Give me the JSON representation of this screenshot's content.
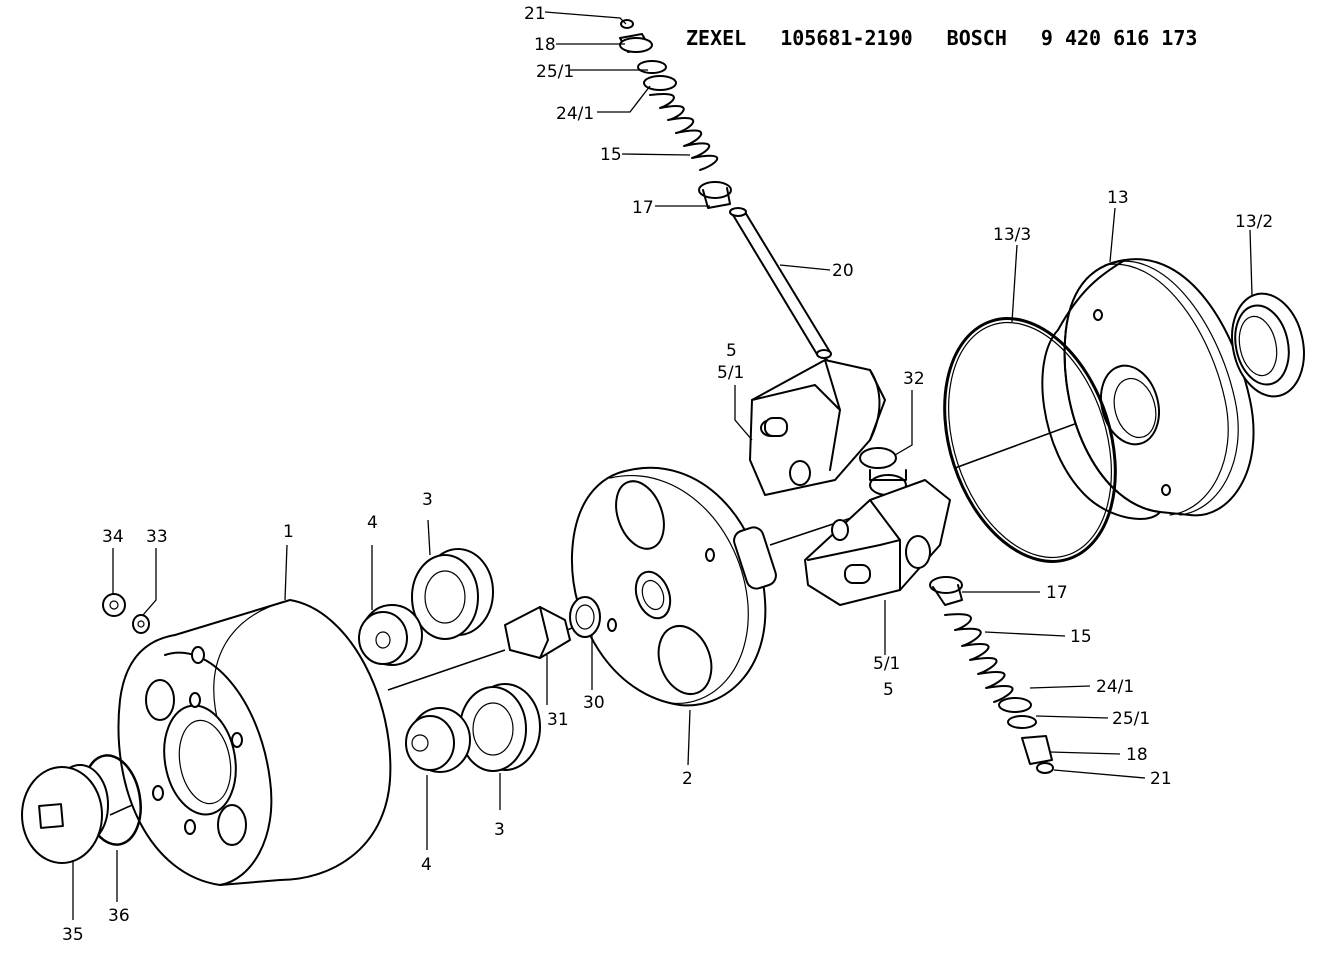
{
  "header": {
    "brand1": "ZEXEL",
    "code1": "105681-2190",
    "brand2": "BOSCH",
    "code2": "9 420 616 173"
  },
  "labels": {
    "l21a": "21",
    "l18a": "18",
    "l251a": "25/1",
    "l241a": "24/1",
    "l15a": "15",
    "l17a": "17",
    "l20": "20",
    "l5a": "5",
    "l51a": "5/1",
    "l32": "32",
    "l133": "13/3",
    "l13": "13",
    "l132": "13/2",
    "l17b": "17",
    "l15b": "15",
    "l241b": "24/1",
    "l251b": "25/1",
    "l18b": "18",
    "l21b": "21",
    "l51b": "5/1",
    "l5b": "5",
    "l2": "2",
    "l30": "30",
    "l31": "31",
    "l3a": "3",
    "l3b": "3",
    "l4a": "4",
    "l4b": "4",
    "l1": "1",
    "l34": "34",
    "l33": "33",
    "l35": "35",
    "l36": "36"
  }
}
